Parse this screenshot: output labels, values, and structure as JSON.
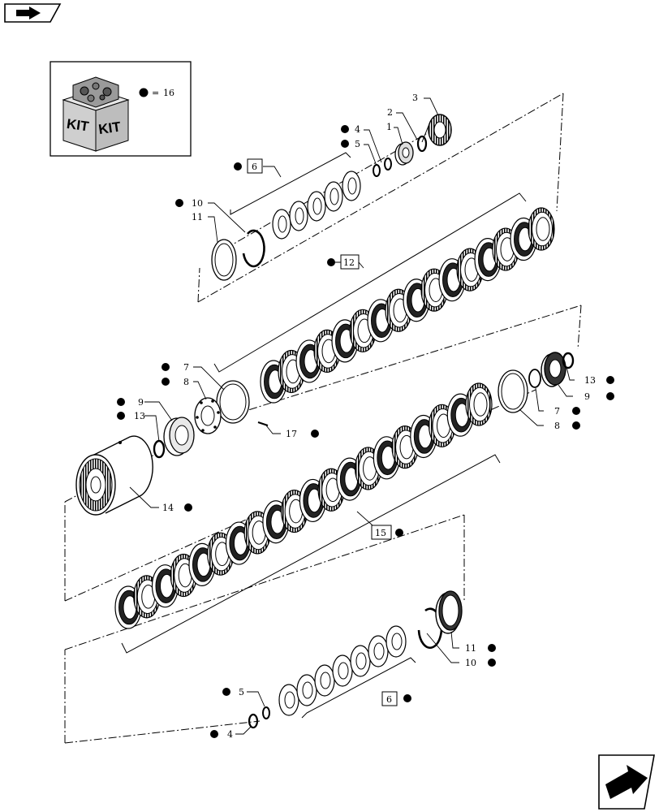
{
  "kit_legend": {
    "kit_text_1": "KIT",
    "kit_text_2": "KIT",
    "equals": "=",
    "kit_ref": "16"
  },
  "callouts": {
    "c1": "1",
    "c2": "2",
    "c3": "3",
    "c4_top": "4",
    "c5_top": "5",
    "c6_top": "6",
    "c10_top": "10",
    "c11_top": "11",
    "c12": "12",
    "c7_left": "7",
    "c8_left": "8",
    "c9_left": "9",
    "c13_left": "13",
    "c17": "17",
    "c14": "14",
    "c13_right": "13",
    "c9_right": "9",
    "c7_right": "7",
    "c8_right": "8",
    "c15": "15",
    "c11_bottom": "11",
    "c10_bottom": "10",
    "c5_bottom": "5",
    "c4_bottom": "4",
    "c6_bottom": "6"
  },
  "icons": {
    "top_left": "forward-arrow-icon",
    "bottom_right": "next-page-arrow-icon",
    "kit": "kit-box-icon"
  },
  "colors": {
    "ink": "#000000",
    "paper": "#ffffff",
    "kit_box": "#cfcfcf"
  }
}
